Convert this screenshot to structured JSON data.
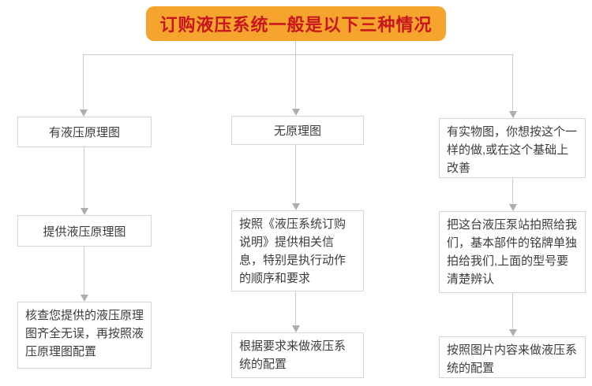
{
  "header": {
    "title": "订购液压系统一般是以下三种情况"
  },
  "colors": {
    "header_bg": "#F5A42D",
    "header_text": "#C9151E",
    "box_border": "#D6D6D6",
    "box_text": "#3C3C3C",
    "line": "#C8CBCF",
    "arrow": "#ABAEB3"
  },
  "columns": [
    {
      "name": "has-schematic",
      "steps": [
        "有液压原理图",
        "提供液压原理图",
        "核查您提供的液压原理图齐全无误，再按照液压原理图配置"
      ]
    },
    {
      "name": "no-schematic",
      "steps": [
        "无原理图",
        "按照《液压系统订购说明》提供相关信息，特别是执行动作的顺序和要求",
        "根据要求来做液压系统的配置"
      ]
    },
    {
      "name": "has-photo",
      "steps": [
        "有实物图，你想按这个一样的做,或在这个基础上改善",
        "把这台液压泵站拍照给我们，基本部件的铭牌单独拍给我们,上面的型号要清楚辨认",
        "按照图片内容来做液压系统的配置"
      ]
    }
  ]
}
